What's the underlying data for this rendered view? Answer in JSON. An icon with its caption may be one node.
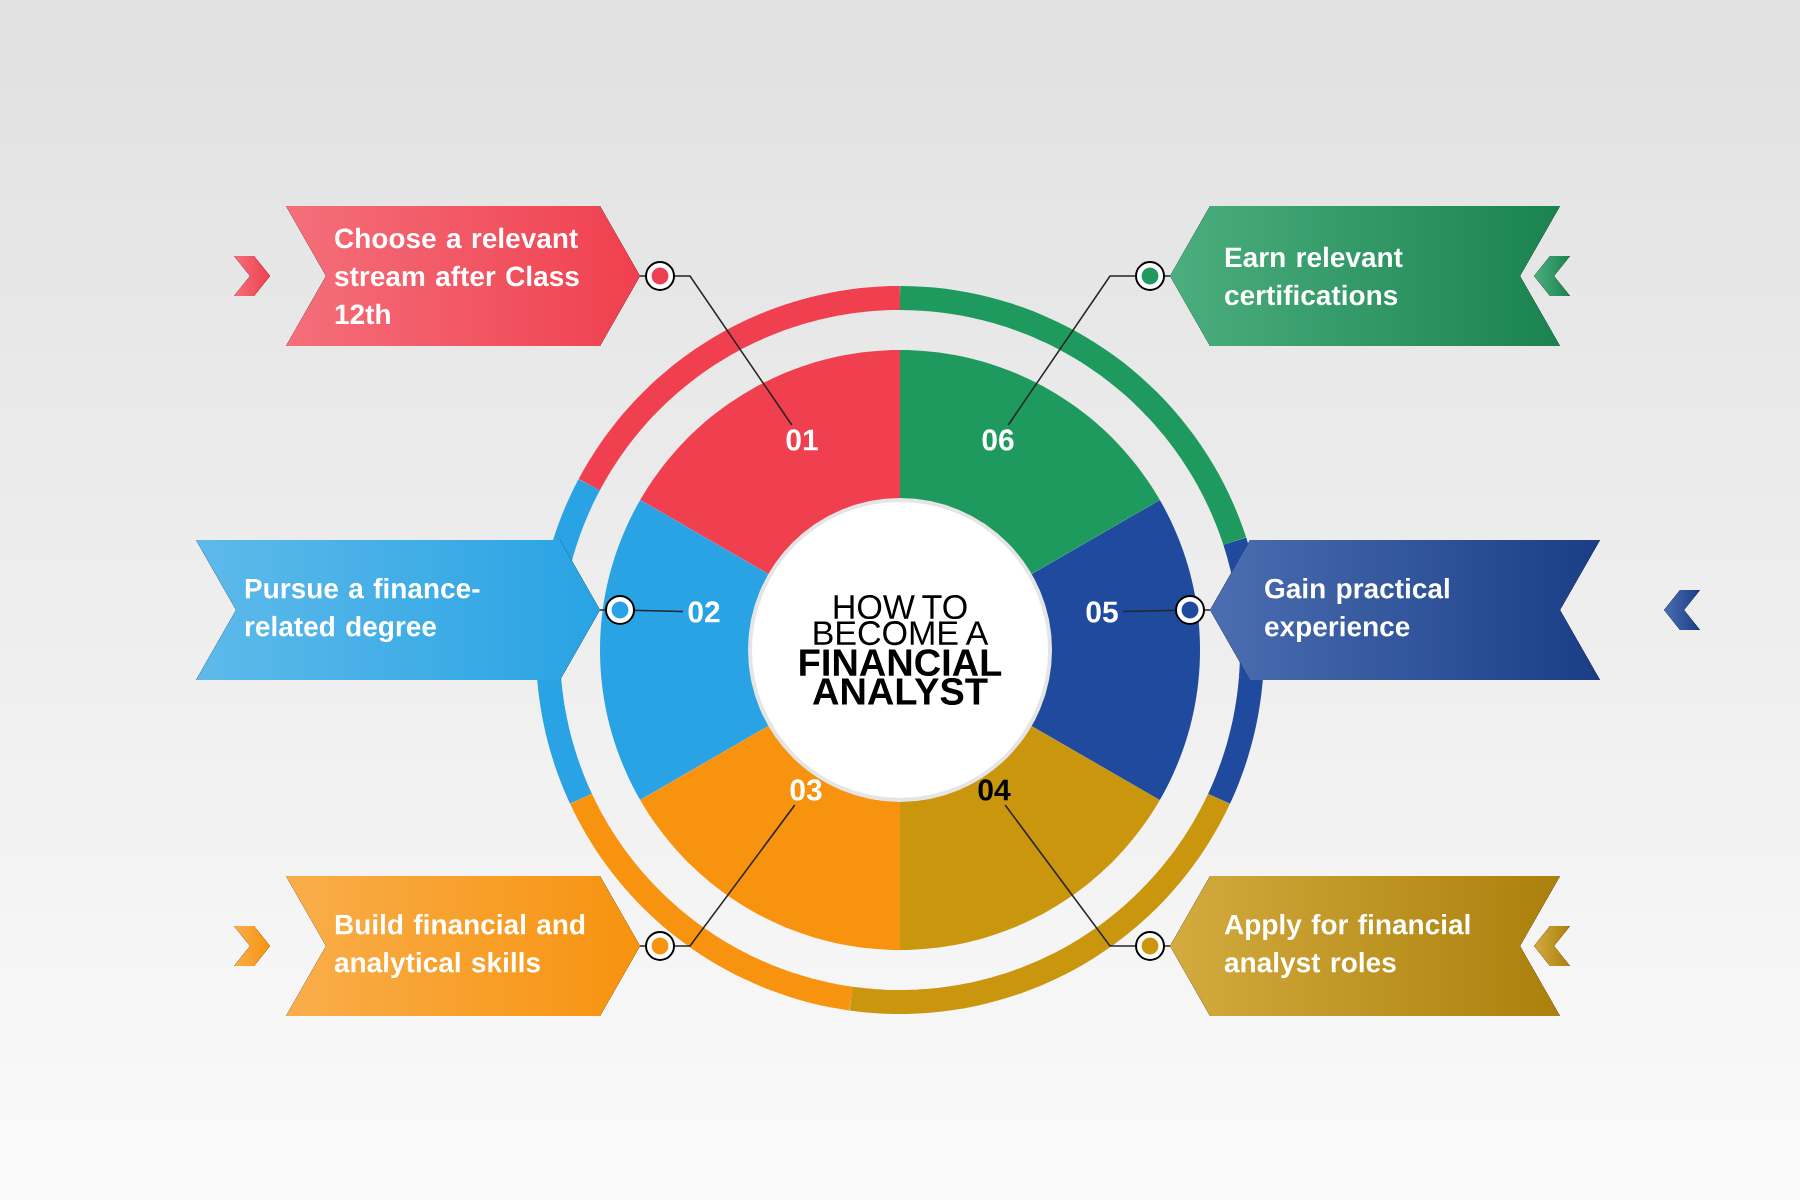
{
  "diagram": {
    "nodes": [
      {
        "text": [
          "HOW TO BECOME A",
          "FINANCIAL ANALYST"
        ]
      },
      {
        "text": [
          "01"
        ]
      },
      {
        "text": [
          "02"
        ]
      },
      {
        "text": [
          "03"
        ]
      },
      {
        "text": [
          "04"
        ]
      },
      {
        "text": [
          "05"
        ]
      },
      {
        "text": [
          "06"
        ]
      },
      {
        "text": [
          "Choose a relevant stream after Class 12th"
        ]
      },
      {
        "text": [
          "Pursue a finance-related degree"
        ]
      },
      {
        "text": [
          "Build financial and analytical skills"
        ]
      },
      {
        "text": [
          "Apply for financial analyst roles"
        ]
      },
      {
        "text": [
          "Gain practical experience"
        ]
      },
      {
        "text": [
          "Earn relevant certifications"
        ]
      }
    ],
    "edges": [
      {
        "from": 7,
        "to": 1,
        "arrow": "other"
      },
      {
        "from": 8,
        "to": 2,
        "arrow": "other"
      },
      {
        "from": 9,
        "to": 3,
        "arrow": "other"
      },
      {
        "from": 10,
        "to": 4,
        "arrow": "other"
      },
      {
        "from": 11,
        "to": 5,
        "arrow": "other"
      },
      {
        "from": 12,
        "to": 6,
        "arrow": "other"
      }
    ]
  }
}
